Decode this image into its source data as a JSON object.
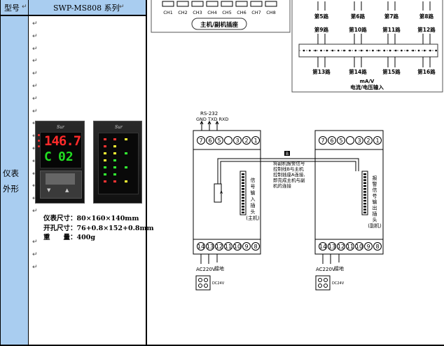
{
  "header": {
    "label": "型号",
    "model": "SWP-MS808 系列"
  },
  "row_label": "仪表外形",
  "specs": {
    "size": "仪表尺寸：80×160×140mm",
    "cutout": "开孔尺寸：76+0.8×152+0.8mm",
    "weight_key": "重　　量：",
    "weight_val": "400g"
  },
  "meter": {
    "logo": "Sur",
    "pv": "146.7",
    "sv_prefix": "C",
    "sv": "02",
    "colors": {
      "pv": "#ff2a2a",
      "sv": "#22dd22"
    }
  },
  "top_diagram": {
    "channels": [
      "CH1",
      "CH2",
      "CH3",
      "CH4",
      "CH5",
      "CH6",
      "CH7",
      "CH8"
    ],
    "socket_label": "主机/副机插座"
  },
  "right_diagram": {
    "row1": [
      "第5路",
      "第6路",
      "第7路",
      "第8路"
    ],
    "row2": [
      "第9路",
      "第10路",
      "第11路",
      "第12路"
    ],
    "row3": [
      "第13路",
      "第14路",
      "第15路",
      "第16路"
    ],
    "unit": "mA/V",
    "title": "电流/电压输入"
  },
  "wiring": {
    "rs232": "RS-232",
    "pins": "GND TXD RXD",
    "top_terminals": [
      "7",
      "6",
      "5",
      "",
      "3",
      "2",
      "1"
    ],
    "bottom_terminals": [
      "14",
      "13",
      "12",
      "11",
      "10",
      "9",
      "8"
    ],
    "marker": "B",
    "note": [
      "将副机报警信号",
      "控制线B与主机",
      "控制插座A连接,",
      "即完成主机与副",
      "机的连接"
    ],
    "host_socket": [
      "信",
      "号",
      "输",
      "入",
      "插",
      "头",
      "(主机)"
    ],
    "slave_socket": [
      "报",
      "警",
      "信",
      "号",
      "输",
      "出",
      "插",
      "头",
      "(副机)"
    ],
    "ac": "AC220V",
    "ground": "接地",
    "dc": "DC24V"
  }
}
